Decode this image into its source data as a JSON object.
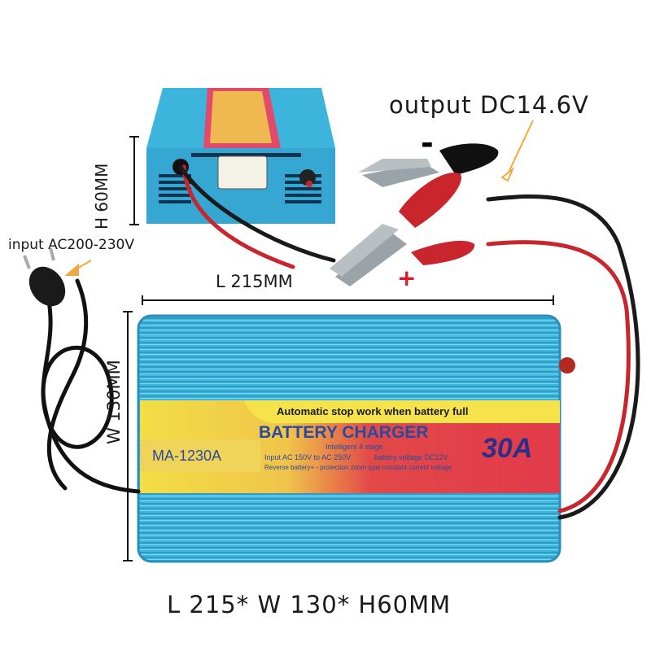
{
  "annotations": {
    "output": "output DC14.6V",
    "input": "input AC200-230V",
    "length": "L 215MM",
    "height": "H 60MM",
    "width": "W 130MM",
    "overall": "L 215* W 130* H60MM",
    "negative": "-",
    "positive": "+"
  },
  "product_label": {
    "banner": "Automatic stop work when battery full",
    "title": "BATTERY CHARGER",
    "model": "MA-1230A",
    "current": "30A",
    "line1": "Intelligent 4 stage",
    "line2": "Input AC 150V to AC 250V",
    "line3": "battery voltage DC12V",
    "line4": "Reverse battery+ - protection zoom type constant current voltage"
  },
  "colors": {
    "housing": "#3ab6dc",
    "label_red": "#e53a3a",
    "label_yellow": "#f6e24a",
    "clip_red": "#c8252d",
    "arrow_orange": "#f2a93b"
  },
  "icons": [
    "plug-icon",
    "alligator-clip-icon",
    "ammeter-icon",
    "knob-icon"
  ]
}
